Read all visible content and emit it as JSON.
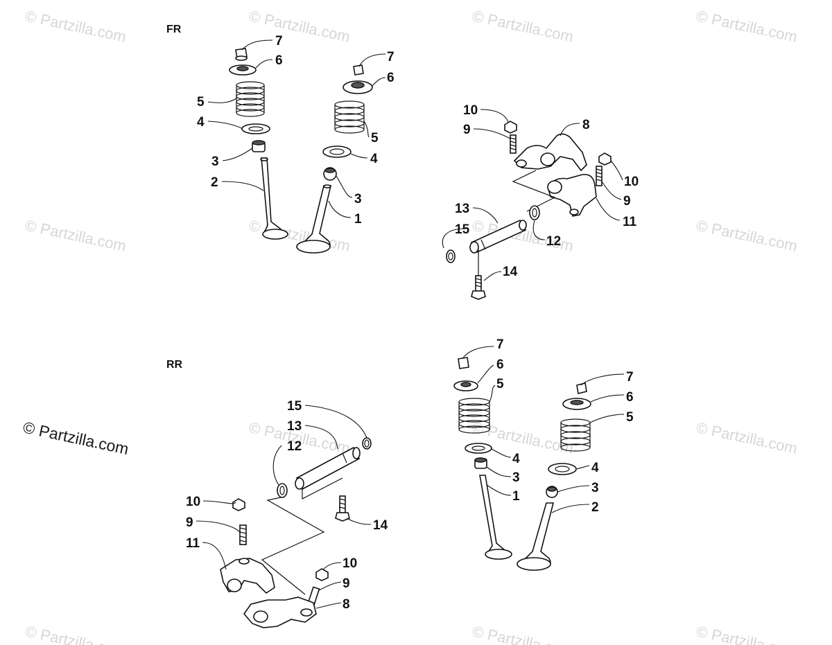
{
  "watermark": {
    "text": "© Partzilla.com"
  },
  "sections": {
    "front_label": "FR",
    "rear_label": "RR"
  },
  "callouts": {
    "n1": "1",
    "n2": "2",
    "n3": "3",
    "n4": "4",
    "n5": "5",
    "n6": "6",
    "n7": "7",
    "n8": "8",
    "n9": "9",
    "n10": "10",
    "n11": "11",
    "n12": "12",
    "n13": "13",
    "n14": "14",
    "n15": "15"
  }
}
